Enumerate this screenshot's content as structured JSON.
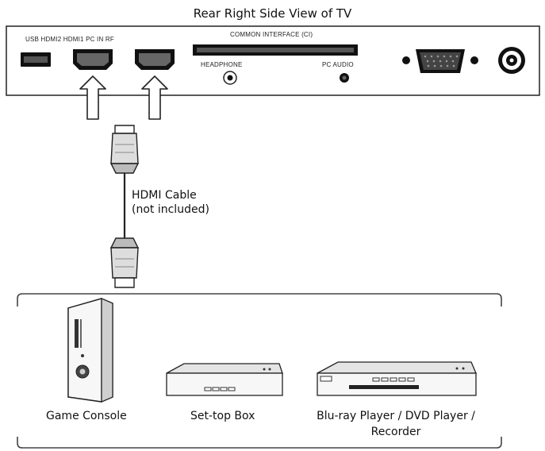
{
  "title": "Rear Right Side View of TV",
  "tv_panel": {
    "port_labels_left": "USB HDMI2 HDMI1 PC IN RF",
    "ci_label": "COMMON  INTERFACE (CI)",
    "headphone_label": "HEADPHONE",
    "pc_audio_label": "PC AUDIO"
  },
  "cable": {
    "line1": "HDMI Cable",
    "line2": "(not included)"
  },
  "devices": {
    "game_console": "Game Console",
    "set_top_box": "Set-top Box",
    "bluray_line1": "Blu-ray Player / DVD Player /",
    "bluray_line2": "Recorder"
  },
  "colors": {
    "stroke": "#222222",
    "port_fill": "#111111",
    "light_fill": "#f2f2f2"
  }
}
